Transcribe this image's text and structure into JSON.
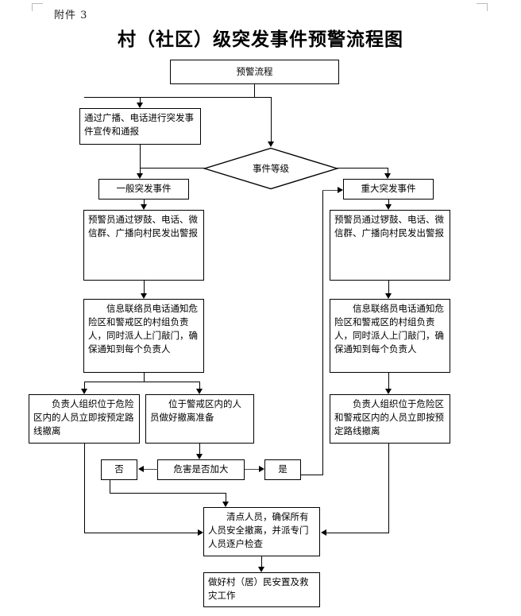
{
  "page": {
    "attachment_label": "附件 3",
    "title": "村（社区）级突发事件预警流程图"
  },
  "chart_data": {
    "type": "diagram",
    "diagram_kind": "flowchart",
    "title": "村（社区）级突发事件预警流程图",
    "orientation": "top-to-bottom",
    "nodes": [
      {
        "id": "n1",
        "shape": "rect",
        "text": "预警流程"
      },
      {
        "id": "n2",
        "shape": "rect",
        "text": "通过广播、电话进行突发事件宣传和通报"
      },
      {
        "id": "n3",
        "shape": "diamond",
        "text": "事件等级"
      },
      {
        "id": "n4",
        "shape": "rect",
        "text": "一般突发事件"
      },
      {
        "id": "n5",
        "shape": "rect",
        "text": "重大突发事件"
      },
      {
        "id": "n6",
        "shape": "rect",
        "text": "预警员通过锣鼓、电话、微信群、广播向村民发出警报"
      },
      {
        "id": "n7",
        "shape": "rect",
        "text": "预警员通过锣鼓、电话、微信群、广播向村民发出警报"
      },
      {
        "id": "n8",
        "shape": "rect",
        "text": "信息联络员电话通知危险区和警戒区的村组负责人，同时派人上门敲门，确保通知到每个负责人"
      },
      {
        "id": "n9",
        "shape": "rect",
        "text": "信息联络员电话通知危险区和警戒区的村组负责人，同时派人上门敲门，确保通知到每个负责人"
      },
      {
        "id": "n10",
        "shape": "rect",
        "text": "负责人组织位于危险区内的人员立即按预定路线撤离"
      },
      {
        "id": "n11",
        "shape": "rect",
        "text": "位于警戒区内的人员做好撤离准备"
      },
      {
        "id": "n12",
        "shape": "rect",
        "text": "负责人组织位于危险区和警戒区内的人员立即按预定路线撤离"
      },
      {
        "id": "n13",
        "shape": "rect",
        "text": "否"
      },
      {
        "id": "n14",
        "shape": "rect",
        "text": "危害是否加大"
      },
      {
        "id": "n15",
        "shape": "rect",
        "text": "是"
      },
      {
        "id": "n16",
        "shape": "rect",
        "text": "清点人员，确保所有人员安全撤离，并派专门人员逐户检查"
      },
      {
        "id": "n17",
        "shape": "rect",
        "text": "做好村（居）民安置及救灾工作"
      }
    ],
    "edges": [
      {
        "from": "n1",
        "to": "n2"
      },
      {
        "from": "n1",
        "to": "n3"
      },
      {
        "from": "n3",
        "to": "n4",
        "label": ""
      },
      {
        "from": "n3",
        "to": "n5",
        "label": ""
      },
      {
        "from": "n2",
        "to": "n4"
      },
      {
        "from": "n4",
        "to": "n6"
      },
      {
        "from": "n5",
        "to": "n7"
      },
      {
        "from": "n6",
        "to": "n8"
      },
      {
        "from": "n7",
        "to": "n9"
      },
      {
        "from": "n8",
        "to": "n10"
      },
      {
        "from": "n8",
        "to": "n11"
      },
      {
        "from": "n9",
        "to": "n12"
      },
      {
        "from": "n11",
        "to": "n14"
      },
      {
        "from": "n14",
        "to": "n13",
        "label": "否"
      },
      {
        "from": "n14",
        "to": "n15",
        "label": "是"
      },
      {
        "from": "n15",
        "to": "n5"
      },
      {
        "from": "n13",
        "to": "n16"
      },
      {
        "from": "n10",
        "to": "n16"
      },
      {
        "from": "n12",
        "to": "n16"
      },
      {
        "from": "n16",
        "to": "n17"
      }
    ]
  },
  "nodes": {
    "n1": "预警流程",
    "n2": "通过广播、电话进行突发事件宣传和通报",
    "n3": "事件等级",
    "n4": "一般突发事件",
    "n5": "重大突发事件",
    "n6": "预警员通过锣鼓、电话、微信群、广播向村民发出警报",
    "n7": "预警员通过锣鼓、电话、微信群、广播向村民发出警报",
    "n8": "信息联络员电话通知危险区和警戒区的村组负责人，同时派人上门敲门，确保通知到每个负责人",
    "n9": "信息联络员电话通知危险区和警戒区的村组负责人，同时派人上门敲门，确保通知到每个负责人",
    "n10": "负责人组织位于危险区内的人员立即按预定路线撤离",
    "n11": "位于警戒区内的人员做好撤离准备",
    "n12": "负责人组织位于危险区和警戒区内的人员立即按预定路线撤离",
    "n13": "否",
    "n14": "危害是否加大",
    "n15": "是",
    "n16": "清点人员，确保所有人员安全撤离，并派专门人员逐户检查",
    "n17": "做好村（居）民安置及救灾工作"
  }
}
